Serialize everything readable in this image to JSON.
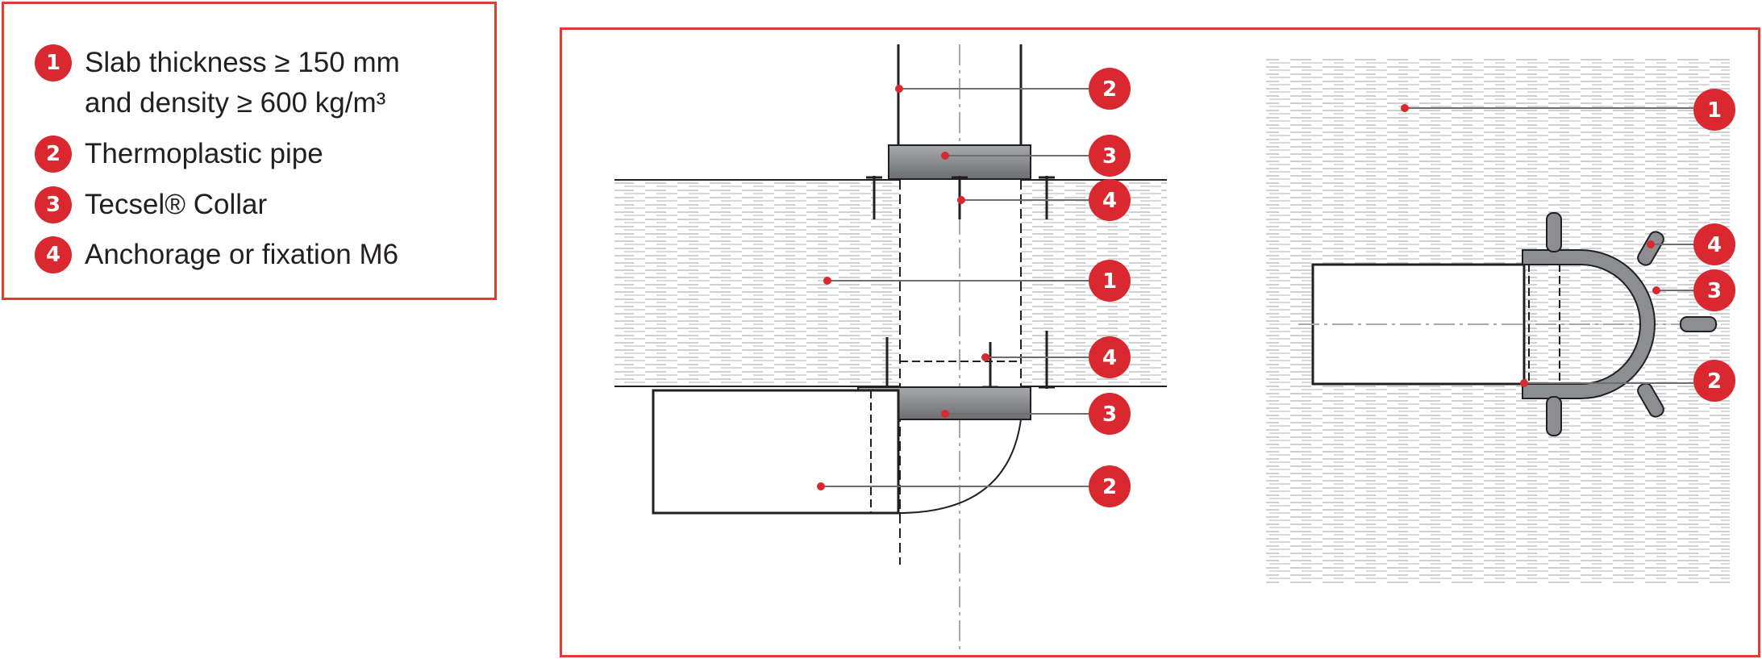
{
  "legend": {
    "items": [
      {
        "number": "1",
        "line1": "Slab thickness ≥ 150 mm",
        "line2": "and density ≥ 600 kg/m³"
      },
      {
        "number": "2",
        "line1": "Thermoplastic pipe"
      },
      {
        "number": "3",
        "line1": "Tecsel® Collar"
      },
      {
        "number": "4",
        "line1": "Anchorage or fixation M6"
      }
    ]
  },
  "section_view": {
    "callouts": [
      "2",
      "3",
      "4",
      "1",
      "4",
      "3",
      "2"
    ]
  },
  "plan_view": {
    "callouts": [
      "1",
      "4",
      "3",
      "2"
    ]
  },
  "colors": {
    "accent": "#e03c31",
    "badge": "#d9282f",
    "leader": "#6d6e71",
    "collar": "#8c8e91",
    "slab_hatch": "#cfd0d2"
  }
}
